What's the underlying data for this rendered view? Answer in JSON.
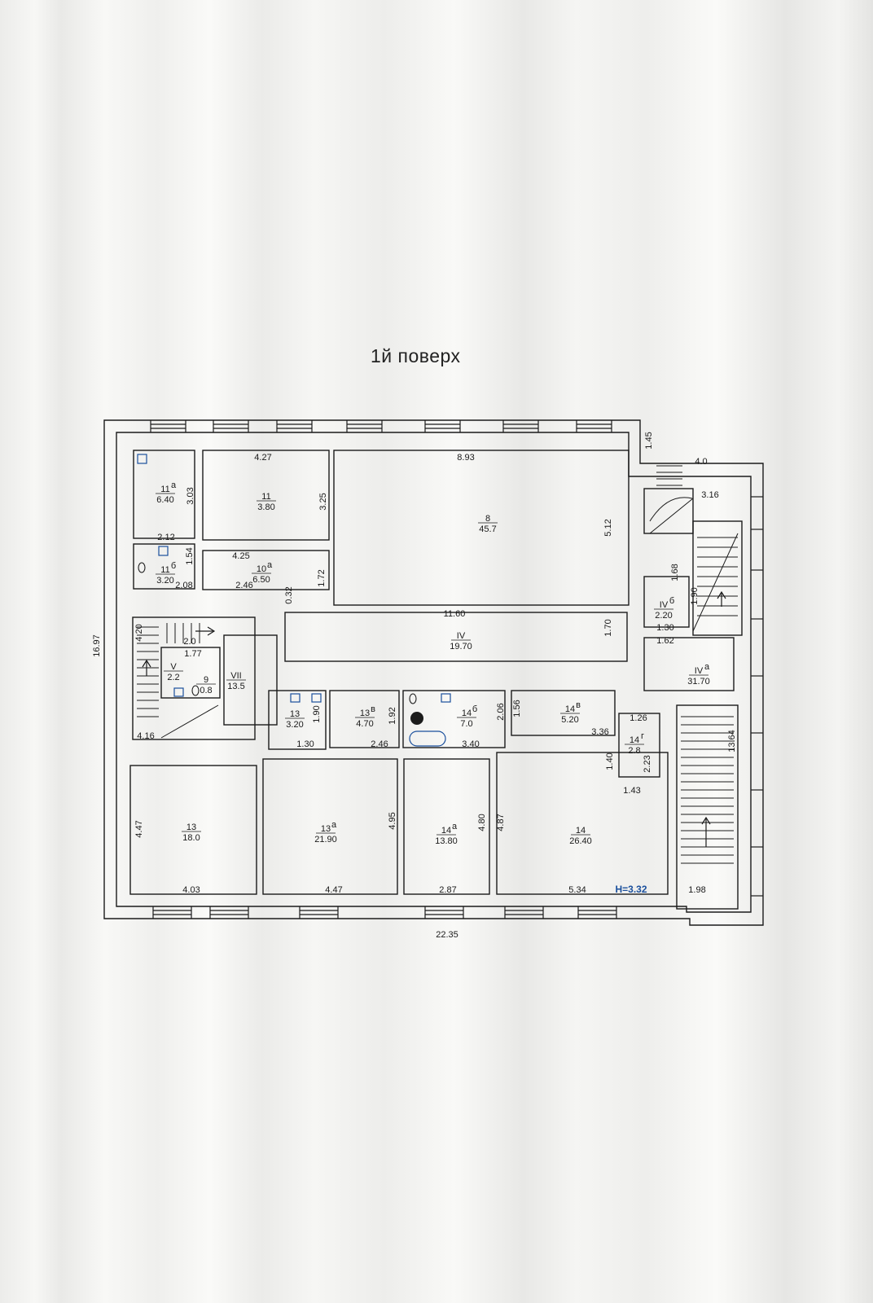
{
  "title": "1й поверх",
  "height_note": "H=3.32",
  "overall": {
    "width": "22.35",
    "height": "16.97"
  },
  "rooms": [
    {
      "id": "r11a",
      "num": "11",
      "sup": "а",
      "area": "6.40"
    },
    {
      "id": "r11",
      "num": "11",
      "sup": "",
      "area": "3.80"
    },
    {
      "id": "r8",
      "num": "8",
      "sup": "",
      "area": "45.7"
    },
    {
      "id": "r11b",
      "num": "11",
      "sup": "б",
      "area": "3.20"
    },
    {
      "id": "r10a",
      "num": "10",
      "sup": "а",
      "area": "6.50"
    },
    {
      "id": "rIVb",
      "num": "IV",
      "sup": "б",
      "area": "2.20"
    },
    {
      "id": "rIV",
      "num": "IV",
      "sup": "",
      "area": "19.70"
    },
    {
      "id": "rIVa",
      "num": "IV",
      "sup": "а",
      "area": "31.70"
    },
    {
      "id": "rV",
      "num": "V",
      "sup": "",
      "area": "2.2"
    },
    {
      "id": "r9",
      "num": "9",
      "sup": "",
      "area": "0.8"
    },
    {
      "id": "rVII",
      "num": "VII",
      "sup": "",
      "area": "13.5"
    },
    {
      "id": "r13s",
      "num": "13",
      "sup": "",
      "area": "3.20"
    },
    {
      "id": "r13v",
      "num": "13",
      "sup": "в",
      "area": "4.70"
    },
    {
      "id": "r14b",
      "num": "14",
      "sup": "б",
      "area": "7.0"
    },
    {
      "id": "r14v",
      "num": "14",
      "sup": "в",
      "area": "5.20"
    },
    {
      "id": "r14g",
      "num": "14",
      "sup": "г",
      "area": "2.8"
    },
    {
      "id": "r13",
      "num": "13",
      "sup": "",
      "area": "18.0"
    },
    {
      "id": "r13a",
      "num": "13",
      "sup": "а",
      "area": "21.90"
    },
    {
      "id": "r14a",
      "num": "14",
      "sup": "а",
      "area": "13.80"
    },
    {
      "id": "r14",
      "num": "14",
      "sup": "",
      "area": "26.40"
    }
  ],
  "dims": [
    {
      "id": "d1",
      "text": "4.27"
    },
    {
      "id": "d2",
      "text": "8.93"
    },
    {
      "id": "d3",
      "text": "1.45"
    },
    {
      "id": "d4",
      "text": "4.0"
    },
    {
      "id": "d5",
      "text": "3.16"
    },
    {
      "id": "d6",
      "text": "3.03"
    },
    {
      "id": "d7",
      "text": "3.25"
    },
    {
      "id": "d8",
      "text": "5.12"
    },
    {
      "id": "d9",
      "text": "2.12"
    },
    {
      "id": "d10",
      "text": "1.54"
    },
    {
      "id": "d11",
      "text": "4.25"
    },
    {
      "id": "d12",
      "text": "2.08"
    },
    {
      "id": "d13",
      "text": "2.46"
    },
    {
      "id": "d14",
      "text": "1.72"
    },
    {
      "id": "d15",
      "text": "0.32"
    },
    {
      "id": "d16",
      "text": "1.68"
    },
    {
      "id": "d17",
      "text": "1.90"
    },
    {
      "id": "d18",
      "text": "11.60"
    },
    {
      "id": "d19",
      "text": "1.70"
    },
    {
      "id": "d20",
      "text": "1.30"
    },
    {
      "id": "d21",
      "text": "1.62"
    },
    {
      "id": "d22",
      "text": "4.20"
    },
    {
      "id": "d23",
      "text": "2.0"
    },
    {
      "id": "d24",
      "text": "1.77"
    },
    {
      "id": "d25",
      "text": "1.90"
    },
    {
      "id": "d26",
      "text": "1.92"
    },
    {
      "id": "d27",
      "text": "2.06"
    },
    {
      "id": "d28",
      "text": "1.56"
    },
    {
      "id": "d29",
      "text": "1.26"
    },
    {
      "id": "d30",
      "text": "13.64"
    },
    {
      "id": "d31",
      "text": "4.16"
    },
    {
      "id": "d32",
      "text": "1.30"
    },
    {
      "id": "d33",
      "text": "2.46"
    },
    {
      "id": "d34",
      "text": "3.40"
    },
    {
      "id": "d35",
      "text": "3.36"
    },
    {
      "id": "d36",
      "text": "2.23"
    },
    {
      "id": "d37",
      "text": "1.40"
    },
    {
      "id": "d38",
      "text": "1.43"
    },
    {
      "id": "d39",
      "text": "4.47"
    },
    {
      "id": "d40",
      "text": "4.95"
    },
    {
      "id": "d41",
      "text": "4.80"
    },
    {
      "id": "d42",
      "text": "4.87"
    },
    {
      "id": "d43",
      "text": "4.03"
    },
    {
      "id": "d44",
      "text": "4.47"
    },
    {
      "id": "d45",
      "text": "2.87"
    },
    {
      "id": "d46",
      "text": "5.34"
    },
    {
      "id": "d47",
      "text": "1.98"
    }
  ]
}
